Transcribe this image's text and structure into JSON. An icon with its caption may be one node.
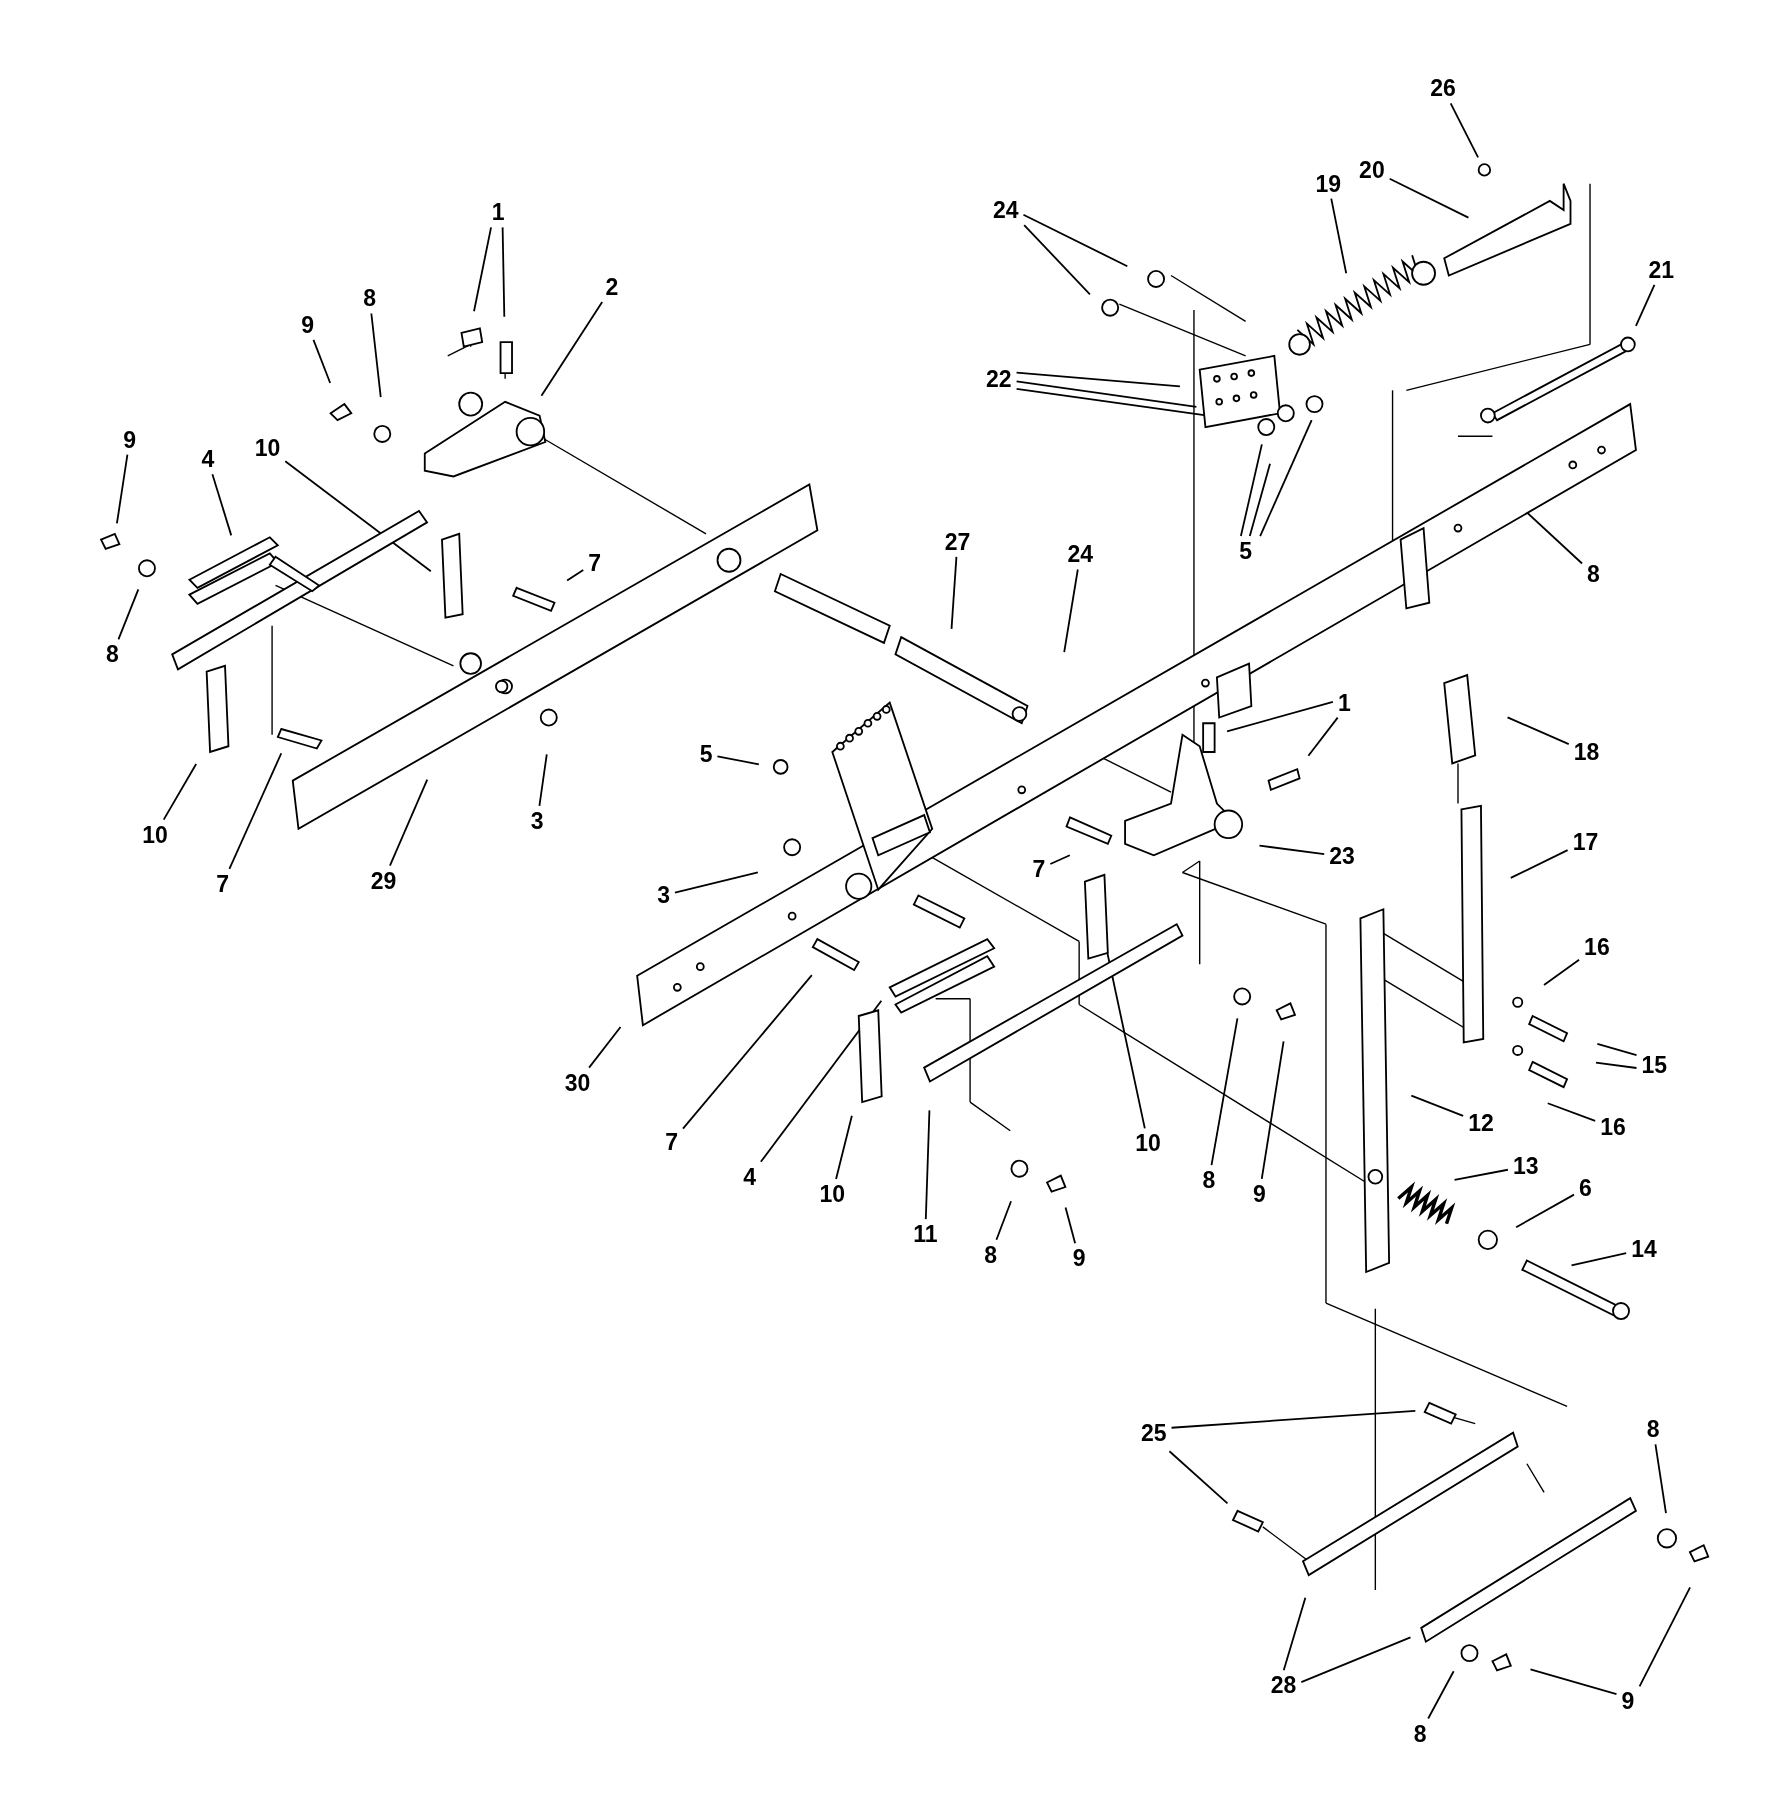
{
  "diagram": {
    "nodes": [
      {
        "text": [
          "26"
        ]
      },
      {
        "text": [
          "20"
        ]
      },
      {
        "text": [
          "19"
        ]
      },
      {
        "text": [
          "1"
        ]
      },
      {
        "text": [
          "24"
        ]
      },
      {
        "text": [
          "21"
        ]
      },
      {
        "text": [
          "2"
        ]
      },
      {
        "text": [
          "8"
        ]
      },
      {
        "text": [
          "9"
        ]
      },
      {
        "text": [
          "22"
        ]
      },
      {
        "text": [
          "9"
        ]
      },
      {
        "text": [
          "10"
        ]
      },
      {
        "text": [
          "4"
        ]
      },
      {
        "text": [
          "27"
        ]
      },
      {
        "text": [
          "5"
        ]
      },
      {
        "text": [
          "24"
        ]
      },
      {
        "text": [
          "7"
        ]
      },
      {
        "text": [
          "8"
        ]
      },
      {
        "text": [
          "8"
        ]
      },
      {
        "text": [
          "1"
        ]
      },
      {
        "text": [
          "5"
        ]
      },
      {
        "text": [
          "18"
        ]
      },
      {
        "text": [
          "3"
        ]
      },
      {
        "text": [
          "10"
        ]
      },
      {
        "text": [
          "17"
        ]
      },
      {
        "text": [
          "23"
        ]
      },
      {
        "text": [
          "7"
        ]
      },
      {
        "text": [
          "29"
        ]
      },
      {
        "text": [
          "7"
        ]
      },
      {
        "text": [
          "3"
        ]
      },
      {
        "text": [
          "16"
        ]
      },
      {
        "text": [
          "15"
        ]
      },
      {
        "text": [
          "30"
        ]
      },
      {
        "text": [
          "12"
        ]
      },
      {
        "text": [
          "16"
        ]
      },
      {
        "text": [
          "10"
        ]
      },
      {
        "text": [
          "7"
        ]
      },
      {
        "text": [
          "13"
        ]
      },
      {
        "text": [
          "4"
        ]
      },
      {
        "text": [
          "8"
        ]
      },
      {
        "text": [
          "6"
        ]
      },
      {
        "text": [
          "10"
        ]
      },
      {
        "text": [
          "9"
        ]
      },
      {
        "text": [
          "11"
        ]
      },
      {
        "text": [
          "14"
        ]
      },
      {
        "text": [
          "8"
        ]
      },
      {
        "text": [
          "9"
        ]
      },
      {
        "text": [
          "8"
        ]
      },
      {
        "text": [
          "25"
        ]
      },
      {
        "text": [
          "28"
        ]
      },
      {
        "text": [
          "9"
        ]
      },
      {
        "text": [
          "8"
        ]
      }
    ],
    "edges": [
      {
        "from": 0,
        "to": null,
        "arrow": "none"
      },
      {
        "from": 1,
        "to": null,
        "arrow": "none"
      },
      {
        "from": 2,
        "to": null,
        "arrow": "none"
      },
      {
        "from": 3,
        "to": null,
        "arrow": "none"
      },
      {
        "from": 3,
        "to": null,
        "arrow": "none"
      },
      {
        "from": 4,
        "to": null,
        "arrow": "none"
      },
      {
        "from": 4,
        "to": null,
        "arrow": "none"
      },
      {
        "from": 5,
        "to": null,
        "arrow": "none"
      },
      {
        "from": 6,
        "to": null,
        "arrow": "none"
      },
      {
        "from": 7,
        "to": null,
        "arrow": "none"
      },
      {
        "from": 8,
        "to": null,
        "arrow": "none"
      },
      {
        "from": 9,
        "to": null,
        "arrow": "none"
      },
      {
        "from": 9,
        "to": null,
        "arrow": "none"
      },
      {
        "from": 9,
        "to": null,
        "arrow": "none"
      },
      {
        "from": 10,
        "to": null,
        "arrow": "none"
      },
      {
        "from": 11,
        "to": null,
        "arrow": "none"
      },
      {
        "from": 12,
        "to": null,
        "arrow": "none"
      },
      {
        "from": 13,
        "to": null,
        "arrow": "none"
      },
      {
        "from": 14,
        "to": null,
        "arrow": "none"
      },
      {
        "from": 14,
        "to": null,
        "arrow": "none"
      },
      {
        "from": 14,
        "to": null,
        "arrow": "none"
      },
      {
        "from": 15,
        "to": null,
        "arrow": "none"
      },
      {
        "from": 16,
        "to": null,
        "arrow": "none"
      },
      {
        "from": 17,
        "to": null,
        "arrow": "none"
      },
      {
        "from": 18,
        "to": null,
        "arrow": "none"
      },
      {
        "from": 19,
        "to": null,
        "arrow": "none"
      },
      {
        "from": 19,
        "to": null,
        "arrow": "none"
      },
      {
        "from": 20,
        "to": null,
        "arrow": "none"
      },
      {
        "from": 21,
        "to": null,
        "arrow": "none"
      },
      {
        "from": 22,
        "to": null,
        "arrow": "none"
      },
      {
        "from": 23,
        "to": null,
        "arrow": "none"
      },
      {
        "from": 24,
        "to": null,
        "arrow": "none"
      },
      {
        "from": 25,
        "to": null,
        "arrow": "none"
      },
      {
        "from": 26,
        "to": null,
        "arrow": "none"
      },
      {
        "from": 27,
        "to": null,
        "arrow": "none"
      },
      {
        "from": 28,
        "to": null,
        "arrow": "none"
      },
      {
        "from": 29,
        "to": null,
        "arrow": "none"
      },
      {
        "from": 30,
        "to": null,
        "arrow": "none"
      },
      {
        "from": 31,
        "to": null,
        "arrow": "none"
      },
      {
        "from": 31,
        "to": null,
        "arrow": "none"
      },
      {
        "from": 32,
        "to": null,
        "arrow": "none"
      },
      {
        "from": 33,
        "to": null,
        "arrow": "none"
      },
      {
        "from": 34,
        "to": null,
        "arrow": "none"
      },
      {
        "from": 35,
        "to": null,
        "arrow": "none"
      },
      {
        "from": 36,
        "to": null,
        "arrow": "none"
      },
      {
        "from": 37,
        "to": null,
        "arrow": "none"
      },
      {
        "from": 38,
        "to": null,
        "arrow": "none"
      },
      {
        "from": 39,
        "to": null,
        "arrow": "none"
      },
      {
        "from": 40,
        "to": null,
        "arrow": "none"
      },
      {
        "from": 41,
        "to": null,
        "arrow": "none"
      },
      {
        "from": 42,
        "to": null,
        "arrow": "none"
      },
      {
        "from": 43,
        "to": null,
        "arrow": "none"
      },
      {
        "from": 44,
        "to": null,
        "arrow": "none"
      },
      {
        "from": 45,
        "to": null,
        "arrow": "none"
      },
      {
        "from": 46,
        "to": null,
        "arrow": "none"
      },
      {
        "from": 47,
        "to": null,
        "arrow": "none"
      },
      {
        "from": 48,
        "to": null,
        "arrow": "none"
      },
      {
        "from": 48,
        "to": null,
        "arrow": "none"
      },
      {
        "from": 49,
        "to": null,
        "arrow": "none"
      },
      {
        "from": 49,
        "to": null,
        "arrow": "none"
      },
      {
        "from": 50,
        "to": null,
        "arrow": "none"
      },
      {
        "from": 50,
        "to": null,
        "arrow": "none"
      },
      {
        "from": 51,
        "to": null,
        "arrow": "none"
      }
    ]
  }
}
